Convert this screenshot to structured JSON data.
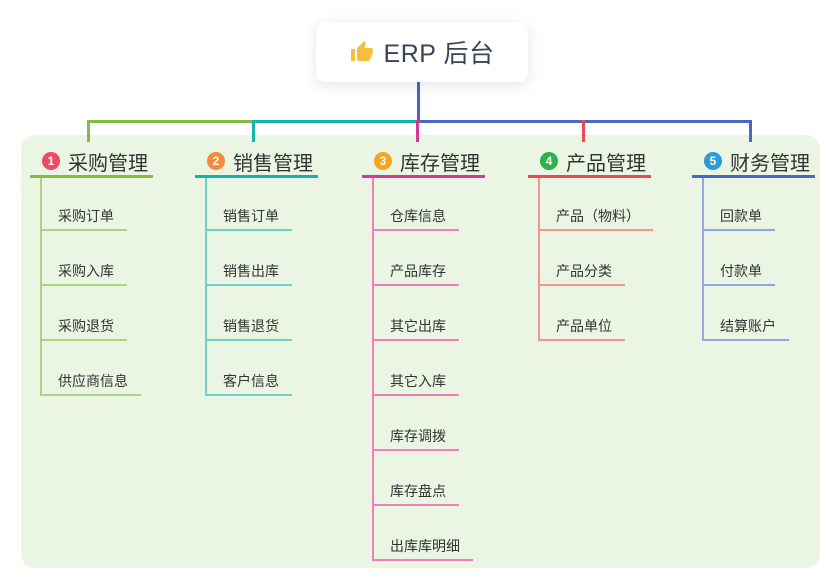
{
  "root": {
    "icon": "thumbs-up",
    "title": "ERP 后台"
  },
  "theme": {
    "page_bg": "#ffffff",
    "canvas_bg": "#eaf6e3",
    "node_bg": "#ffffff",
    "root_text": "#3c4357",
    "text": "#333333",
    "stem_color": "#4d60c6",
    "thumb_color": "#f5bf3b"
  },
  "branches": [
    {
      "badge": "1",
      "title": "采购管理",
      "badge_color": "#eb4b63",
      "line_color": "#85bb41",
      "child_line_color": "#abd383",
      "children": [
        "采购订单",
        "采购入库",
        "采购退货",
        "供应商信息"
      ]
    },
    {
      "badge": "2",
      "title": "销售管理",
      "badge_color": "#f7893b",
      "line_color": "#14b3ab",
      "child_line_color": "#6fd0c9",
      "children": [
        "销售订单",
        "销售出库",
        "销售退货",
        "客户信息"
      ]
    },
    {
      "badge": "3",
      "title": "库存管理",
      "badge_color": "#f6a51f",
      "line_color": "#d43a92",
      "child_line_color": "#f07fba",
      "children": [
        "仓库信息",
        "产品库存",
        "其它出库",
        "其它入库",
        "库存调拨",
        "库存盘点",
        "出库库明细"
      ]
    },
    {
      "badge": "4",
      "title": "产品管理",
      "badge_color": "#2cb34b",
      "line_color": "#e84b51",
      "child_line_color": "#f19790",
      "children": [
        "产品（物料）",
        "产品分类",
        "产品单位"
      ]
    },
    {
      "badge": "5",
      "title": "财务管理",
      "badge_color": "#2b9cd8",
      "line_color": "#4868c8",
      "child_line_color": "#92a7e2",
      "children": [
        "回款单",
        "付款单",
        "结算账户"
      ]
    }
  ]
}
